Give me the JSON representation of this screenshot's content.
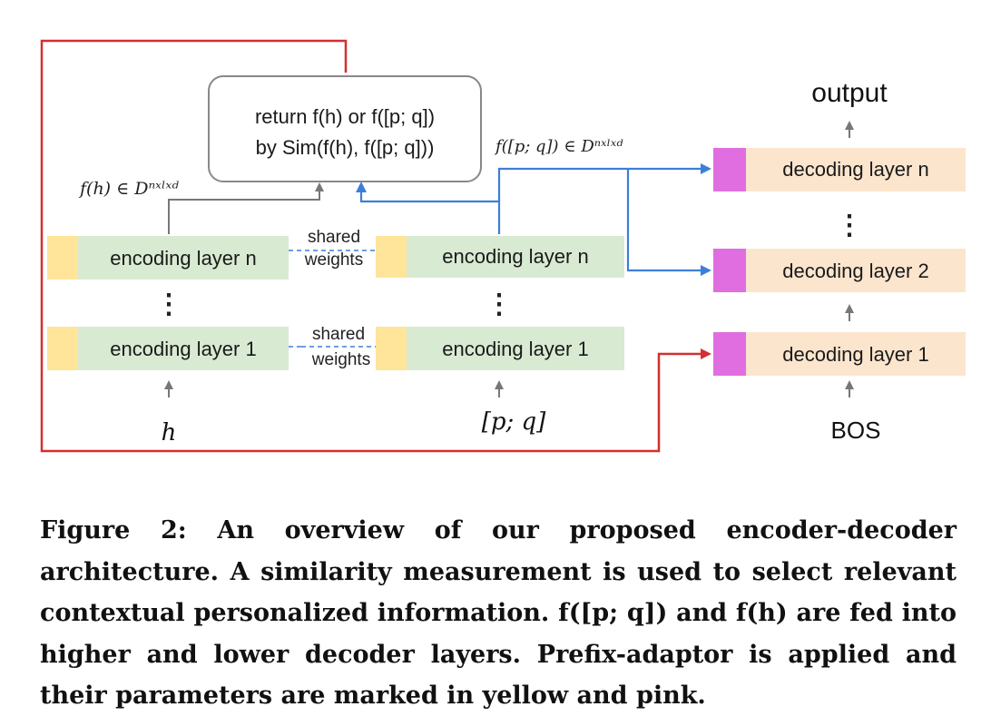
{
  "diagram": {
    "output_label": "output",
    "bos_label": "BOS",
    "h_input": "h",
    "pq_input": "[p; q]",
    "select_box": {
      "line1": "return f(h) or f([p; q])",
      "line2": "by Sim(f(h), f([p; q]))"
    },
    "fh_label": "f(h) ∈ Dⁿˣˡˣᵈ",
    "fpq_label": "f([p; q]) ∈ Dⁿˣˡˣᵈ",
    "encoder_left": {
      "top": "encoding layer n",
      "bottom": "encoding layer 1"
    },
    "encoder_right": {
      "top": "encoding layer n",
      "bottom": "encoding layer 1"
    },
    "decoder": {
      "top": "decoding layer n",
      "middle": "decoding layer 2",
      "bottom": "decoding layer 1"
    },
    "shared_top": {
      "line1": "shared",
      "line2": "weights"
    },
    "shared_bottom": {
      "line1": "shared",
      "line2": "weights"
    },
    "ellipsis": "⋮",
    "colors": {
      "encoder_fill": "#d9ead3",
      "prefix_yellow": "#ffe599",
      "decoder_fill": "#fce5cd",
      "prefix_pink": "#e06ee0",
      "red_path": "#d32f2f",
      "blue_path": "#3d7fd8",
      "gray_arrow": "#777777"
    }
  },
  "caption": "Figure 2: An overview of our proposed encoder-decoder architecture. A similarity measurement is used to select relevant contextual personalized information. f([p; q]) and f(h) are fed into higher and lower decoder layers. Prefix-adaptor is applied and their parameters are marked in yellow and pink."
}
